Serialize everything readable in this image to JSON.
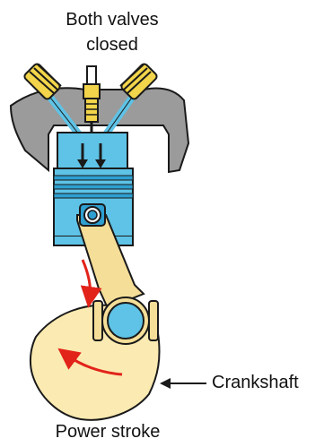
{
  "title": [
    "Both valves",
    "closed"
  ],
  "crankshaft_label": "Crankshaft",
  "caption": "Power stroke",
  "colors": {
    "head": "#9b9b9b",
    "piston": "#5ec3e6",
    "piston_dark": "#2e9fd0",
    "rod": "#f5de98",
    "crank": "#fbeab1",
    "arrow": "#e2231a",
    "spring": "#f2d54a",
    "outline": "#1a1a1a"
  }
}
